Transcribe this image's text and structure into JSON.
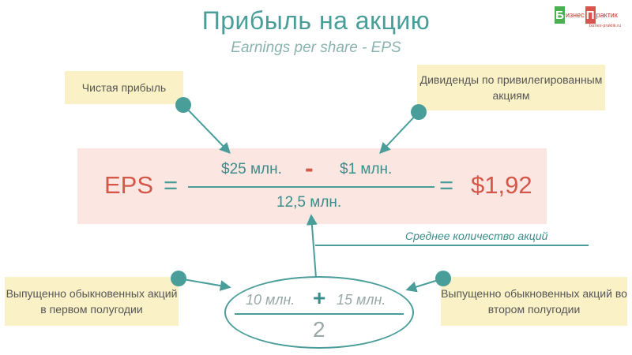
{
  "title": "Прибыль на акцию",
  "subtitle": "Earnings per share - EPS",
  "logo": {
    "letter_1": "Б",
    "word_1": "изнес",
    "letter_2": "П",
    "word_2": "рактик",
    "tagline": "biznes-praktik.ru",
    "colors": {
      "green": "#4caf50",
      "red": "#d9534f"
    }
  },
  "notes": {
    "net_income": "Чистая прибыль",
    "preferred_dividends": "Дивиденды по привилегированным акциям",
    "issued_first_half": "Выпущенно обыкновенных акций в первом полугодии",
    "issued_second_half": "Выпущенно обыкновенных акций во втором полугодии"
  },
  "formula": {
    "label": "EPS",
    "equals": "=",
    "numerator_a": "$25 млн.",
    "operator": "-",
    "numerator_b": "$1 млн.",
    "denominator": "12,5 млн.",
    "result": "$1,92"
  },
  "average_shares_label": "Среднее количество акций",
  "average_calc": {
    "a": "10 млн.",
    "operator": "+",
    "b": "15 млн.",
    "divisor": "2"
  },
  "colors": {
    "teal": "#4a9e9a",
    "red": "#d4584a",
    "note_bg": "#faf2c6",
    "formula_bg": "#fbe6e2"
  }
}
